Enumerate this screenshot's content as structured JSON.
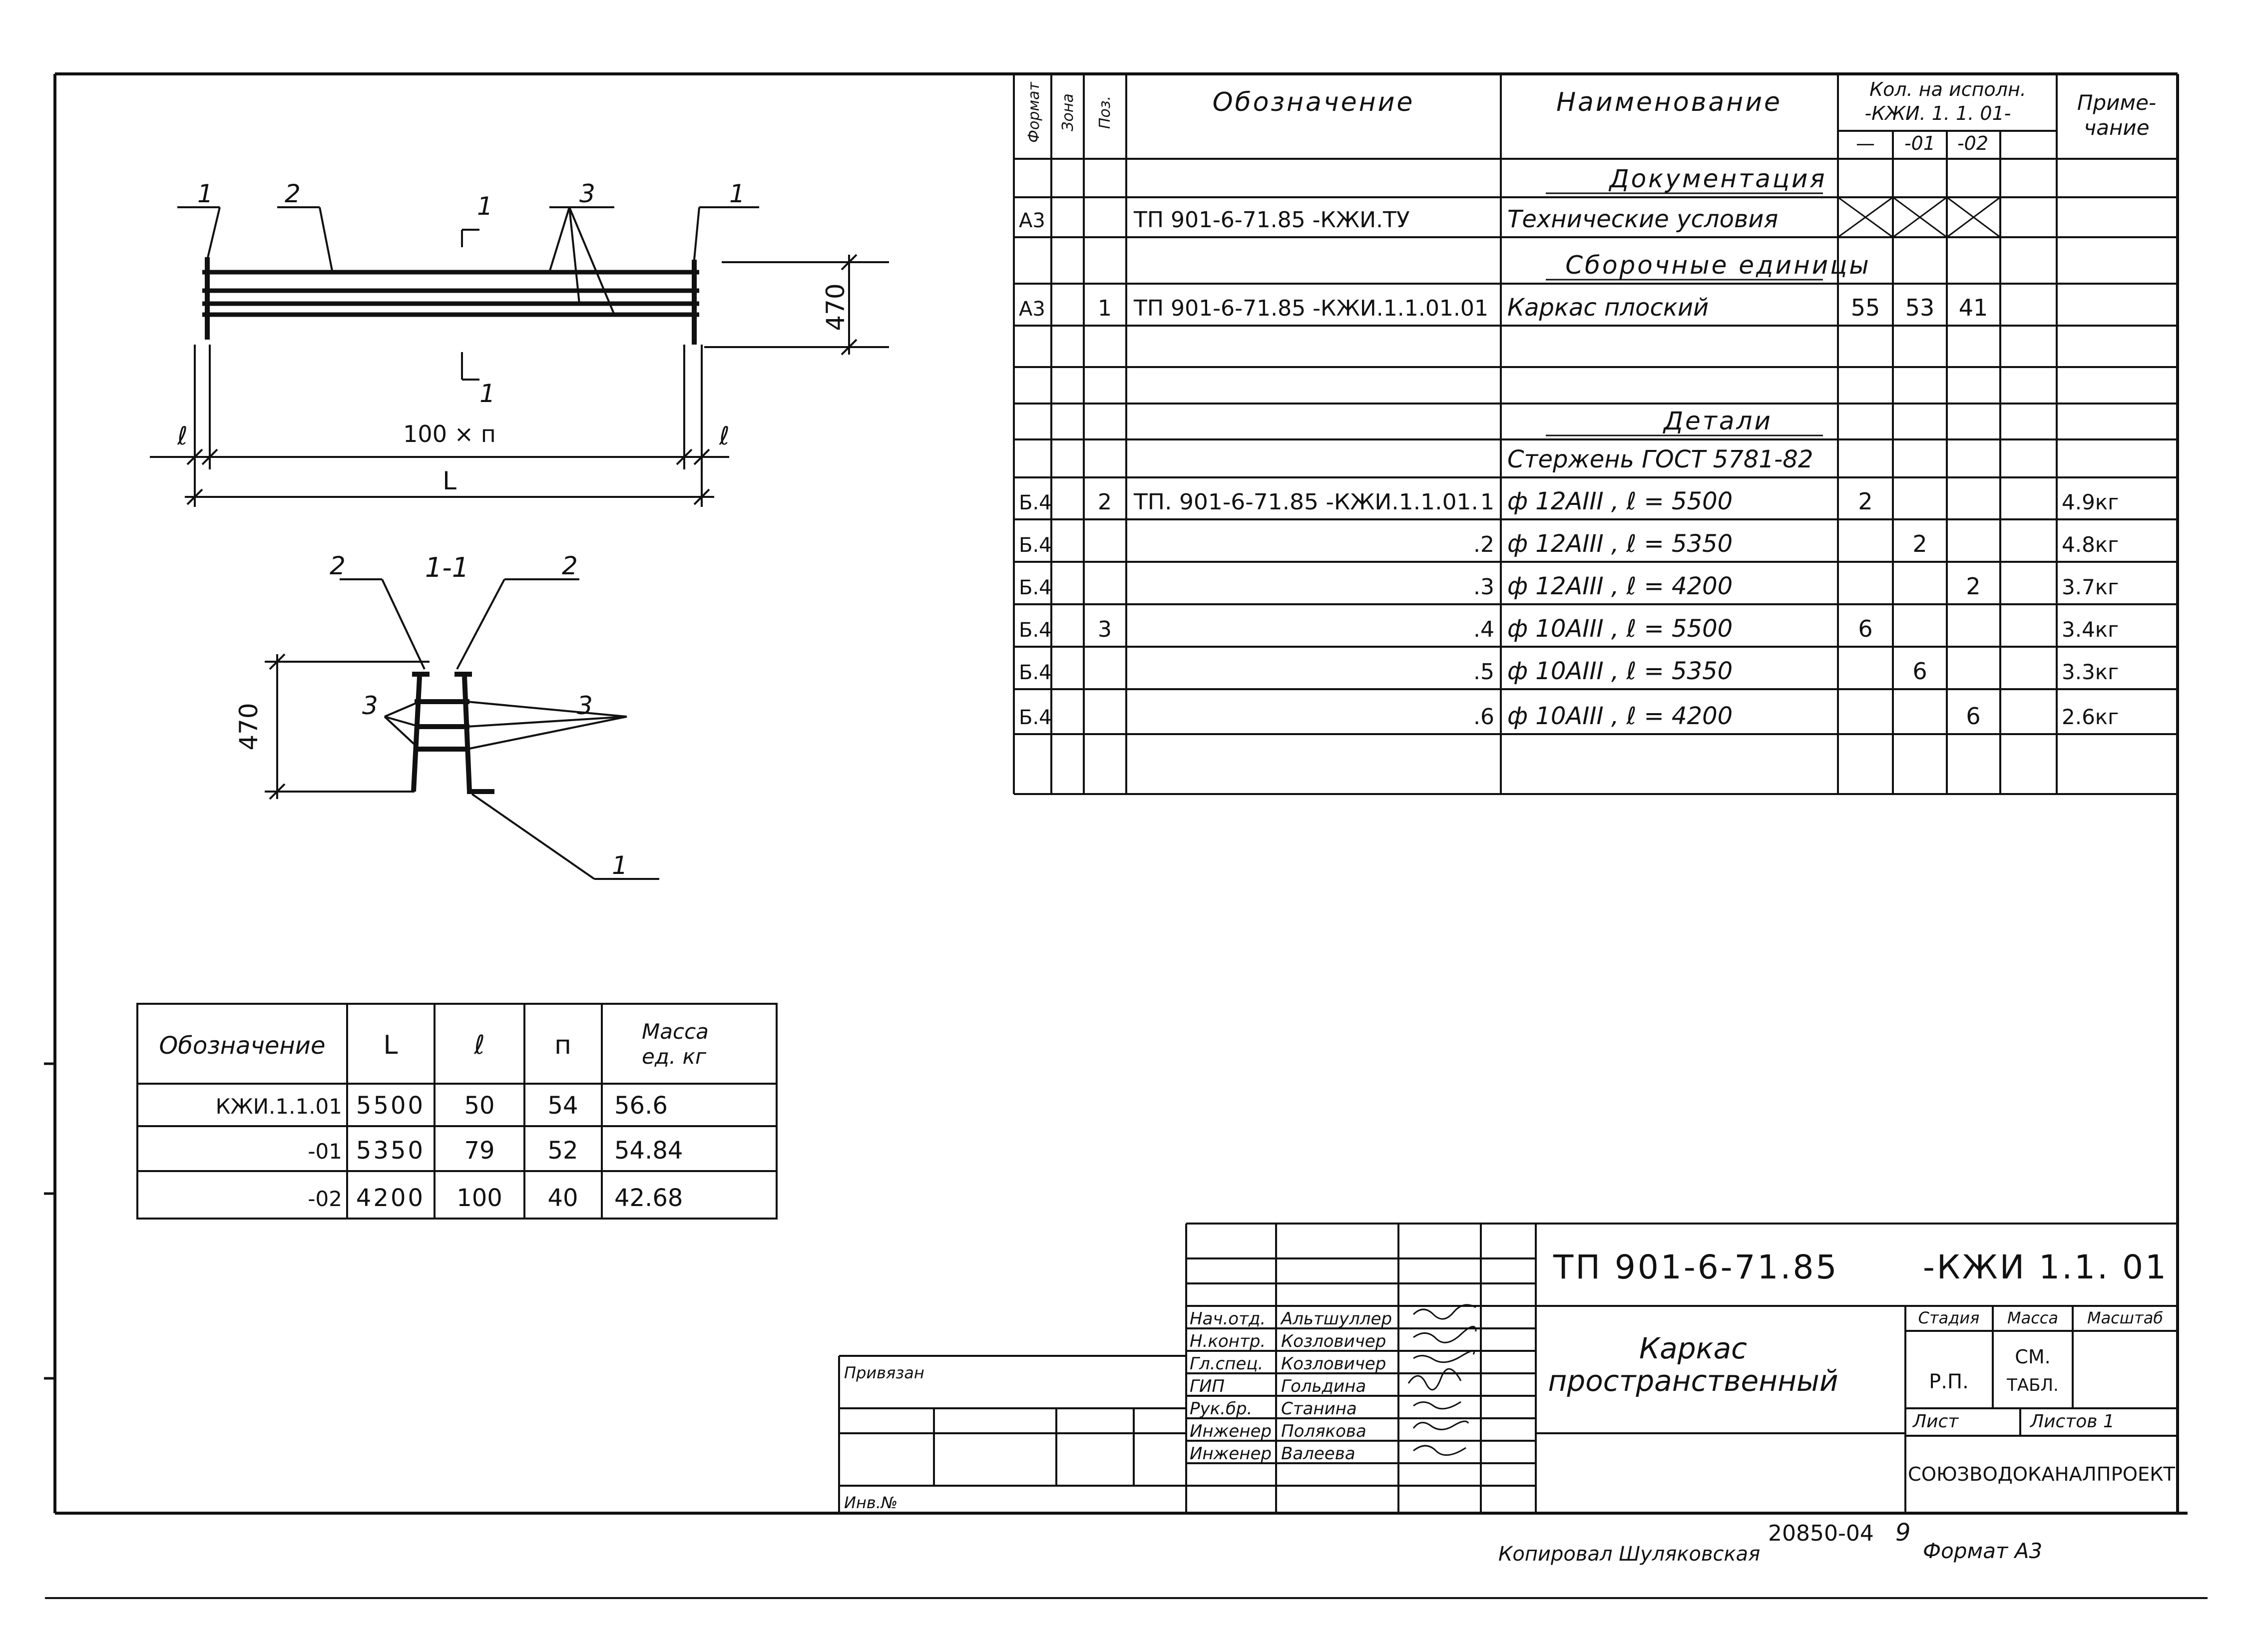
{
  "drawing": {
    "callouts": {
      "n1": "1",
      "n2": "2",
      "n3": "3"
    },
    "section_mark": "1",
    "section_title": "1-1",
    "dims": {
      "height": "470",
      "end": "ℓ",
      "span": "100 × п",
      "total": "L"
    }
  },
  "spec": {
    "headers": {
      "format": "Формат",
      "zone": "Зона",
      "pos": "Поз.",
      "designation": "Обозначение",
      "name": "Наименование",
      "qty_line1": "Кол. на исполн.",
      "qty_line2": "-КЖИ. 1. 1. 01-",
      "var0": "—",
      "var1": "-01",
      "var2": "-02",
      "note_line1": "Приме-",
      "note_line2": "чание"
    },
    "rows": [
      {
        "fmt": "",
        "pos": "",
        "des": "",
        "name": "Документация",
        "q0": "",
        "q1": "",
        "q2": "",
        "note": "",
        "style": "section"
      },
      {
        "fmt": "А3",
        "pos": "",
        "des": "ТП 901-6-71.85 -КЖИ.ТУ",
        "name": "Технические условия",
        "q0": "",
        "q1": "",
        "q2": "",
        "note": "",
        "style": "crossed"
      },
      {
        "fmt": "",
        "pos": "",
        "des": "",
        "name": "Сборочные единицы",
        "q0": "",
        "q1": "",
        "q2": "",
        "note": "",
        "style": "section"
      },
      {
        "fmt": "А3",
        "pos": "1",
        "des": "ТП 901-6-71.85 -КЖИ.1.1.01.01",
        "name": "Каркас плоский",
        "q0": "55",
        "q1": "53",
        "q2": "41",
        "note": ""
      },
      {
        "fmt": "",
        "pos": "",
        "des": "",
        "name": "",
        "q0": "",
        "q1": "",
        "q2": "",
        "note": ""
      },
      {
        "fmt": "",
        "pos": "",
        "des": "",
        "name": "",
        "q0": "",
        "q1": "",
        "q2": "",
        "note": ""
      },
      {
        "fmt": "",
        "pos": "",
        "des": "",
        "name": "Детали",
        "q0": "",
        "q1": "",
        "q2": "",
        "note": "",
        "style": "section"
      },
      {
        "fmt": "",
        "pos": "",
        "des": "",
        "name": "Стержень ГОСТ 5781-82",
        "q0": "",
        "q1": "",
        "q2": "",
        "note": ""
      },
      {
        "fmt": "Б.4",
        "pos": "2",
        "des": "ТП. 901-6-71.85 -КЖИ.1.1.01.",
        "dsuf": "1",
        "name": "ф 12АIII , ℓ = 5500",
        "q0": "2",
        "q1": "",
        "q2": "",
        "note": "4.9кг"
      },
      {
        "fmt": "Б.4",
        "pos": "",
        "des": "",
        "dsuf": ".2",
        "name": "ф 12АIII , ℓ = 5350",
        "q0": "",
        "q1": "2",
        "q2": "",
        "note": "4.8кг"
      },
      {
        "fmt": "Б.4",
        "pos": "",
        "des": "",
        "dsuf": ".3",
        "name": "ф 12АIII , ℓ = 4200",
        "q0": "",
        "q1": "",
        "q2": "2",
        "note": "3.7кг"
      },
      {
        "fmt": "Б.4",
        "pos": "3",
        "des": "",
        "dsuf": ".4",
        "name": "ф 10АIII , ℓ = 5500",
        "q0": "6",
        "q1": "",
        "q2": "",
        "note": "3.4кг"
      },
      {
        "fmt": "Б.4",
        "pos": "",
        "des": "",
        "dsuf": ".5",
        "name": "ф 10АIII , ℓ = 5350",
        "q0": "",
        "q1": "6",
        "q2": "",
        "note": "3.3кг"
      },
      {
        "fmt": "Б.4",
        "pos": "",
        "des": "",
        "dsuf": ".6",
        "name": "ф 10АIII , ℓ = 4200",
        "q0": "",
        "q1": "",
        "q2": "6",
        "note": "2.6кг"
      }
    ]
  },
  "variants": {
    "headers": {
      "des": "Обозначение",
      "L": "L",
      "l": "ℓ",
      "n": "п",
      "mass1": "Масса",
      "mass2": "ед. кг"
    },
    "rows": [
      {
        "des": "КЖИ.1.1.01",
        "L": "5500",
        "l": "50",
        "n": "54",
        "mass": "56.6"
      },
      {
        "des": "-01",
        "L": "5350",
        "l": "79",
        "n": "52",
        "mass": "54.84"
      },
      {
        "des": "-02",
        "L": "4200",
        "l": "100",
        "n": "40",
        "mass": "42.68"
      }
    ]
  },
  "title_block": {
    "project": "ТП 901-6-71.85",
    "code": "-КЖИ 1.1. 01",
    "title_line1": "Каркас",
    "title_line2": "пространственный",
    "stage_label": "Стадия",
    "mass_label": "Масса",
    "scale_label": "Масштаб",
    "stage_value": "Р.П.",
    "mass_value1": "СМ.",
    "mass_value2": "ТАБЛ.",
    "sheet_label": "Лист",
    "sheets_label": "Листов 1",
    "org": "СОЮЗВОДОКАНАЛПРОЕКТ",
    "bound": "Привязан",
    "inv": "Инв.№",
    "staff": [
      {
        "role": "Нач.отд.",
        "name": "Альтшуллер"
      },
      {
        "role": "Н.контр.",
        "name": "Козловичер"
      },
      {
        "role": "Гл.спец.",
        "name": "Козловичер"
      },
      {
        "role": "ГИП",
        "name": "Гольдина"
      },
      {
        "role": "Рук.бр.",
        "name": "Станина"
      },
      {
        "role": "Инженер",
        "name": "Полякова"
      },
      {
        "role": "Инженер",
        "name": "Валеева"
      }
    ]
  },
  "footer": {
    "copied": "Копировал Шуляковская",
    "number": "20850-04",
    "sheet_no": "9",
    "format": "Формат А3"
  }
}
